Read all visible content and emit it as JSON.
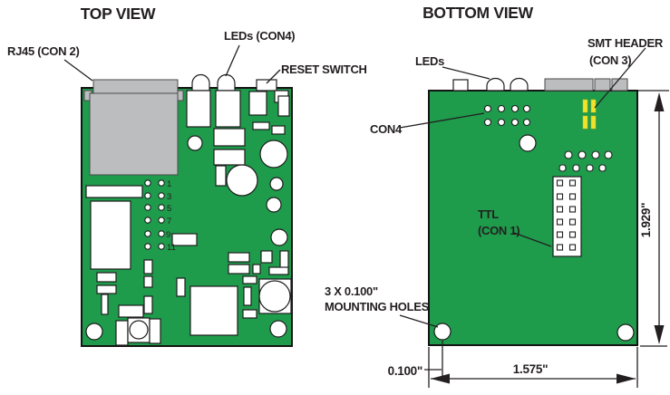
{
  "colors": {
    "pcb_green": "#1f9b4c",
    "connector_gray": "#bcbdbf",
    "smt_yellow": "#efe32d",
    "line_dark": "#231f20"
  },
  "top_view": {
    "title": "TOP VIEW",
    "labels": {
      "rj45": "RJ45 (CON 2)",
      "leds": "LEDs (CON4)",
      "reset_switch": "RESET SWITCH"
    },
    "pin_labels": [
      "1",
      "3",
      "5",
      "7",
      "9",
      "11"
    ]
  },
  "bottom_view": {
    "title": "BOTTOM VIEW",
    "labels": {
      "leds": "LEDs",
      "smt_header_line1": "SMT HEADER",
      "smt_header_line2": "(CON 3)",
      "con4": "CON4",
      "ttl_line1": "TTL",
      "ttl_line2": "(CON 1)",
      "mounting_line1": "3 X 0.100\"",
      "mounting_line2": "MOUNTING HOLES"
    },
    "dimensions": {
      "board_height": "1.929\"",
      "hole_span": "1.575\"",
      "edge_offset": "0.100\""
    }
  }
}
